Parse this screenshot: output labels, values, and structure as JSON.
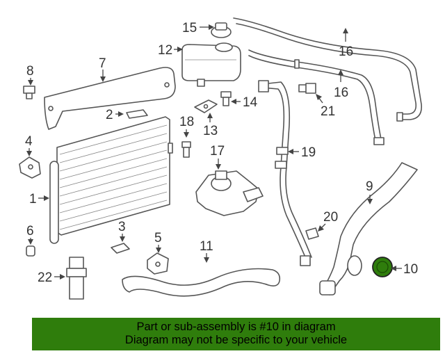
{
  "callouts": {
    "c1": "1",
    "c2": "2",
    "c3": "3",
    "c4": "4",
    "c5": "5",
    "c6": "6",
    "c7": "7",
    "c8": "8",
    "c9": "9",
    "c10": "10",
    "c11": "11",
    "c12": "12",
    "c13": "13",
    "c14": "14",
    "c15": "15",
    "c16a": "16",
    "c16b": "16",
    "c17": "17",
    "c18": "18",
    "c19": "19",
    "c20": "20",
    "c21": "21",
    "c22": "22"
  },
  "highlight_color": "#2f7d0c",
  "banner": {
    "line1": "Part or sub-assembly is #10 in diagram",
    "line2": "Diagram may not be specific to your vehicle"
  }
}
